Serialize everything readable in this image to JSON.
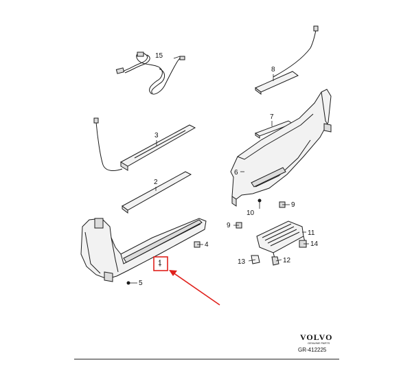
{
  "callouts": [
    {
      "id": "1",
      "label": "1"
    },
    {
      "id": "2",
      "label": "2"
    },
    {
      "id": "3",
      "label": "3"
    },
    {
      "id": "4",
      "label": "4"
    },
    {
      "id": "5",
      "label": "5"
    },
    {
      "id": "6",
      "label": "6"
    },
    {
      "id": "7",
      "label": "7"
    },
    {
      "id": "8",
      "label": "8"
    },
    {
      "id": "9a",
      "label": "9"
    },
    {
      "id": "9b",
      "label": "9"
    },
    {
      "id": "10",
      "label": "10"
    },
    {
      "id": "11",
      "label": "11"
    },
    {
      "id": "12",
      "label": "12"
    },
    {
      "id": "13",
      "label": "13"
    },
    {
      "id": "14",
      "label": "14"
    },
    {
      "id": "15",
      "label": "15"
    }
  ],
  "logo": {
    "brand": "VOLVO",
    "sub": "GENUINE PARTS"
  },
  "reference": "GR-412225",
  "colors": {
    "highlight": "#e0201b",
    "ink": "#1a1a1a"
  }
}
